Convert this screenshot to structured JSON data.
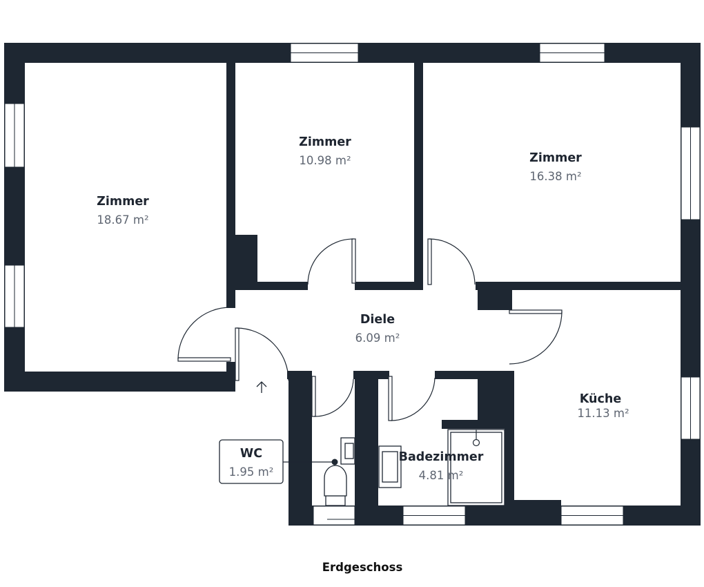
{
  "rooms": [
    {
      "id": "zimmer-west",
      "name": "Zimmer",
      "area": "18.67 m²"
    },
    {
      "id": "zimmer-mitte",
      "name": "Zimmer",
      "area": "10.98 m²"
    },
    {
      "id": "zimmer-ost",
      "name": "Zimmer",
      "area": "16.38 m²"
    },
    {
      "id": "diele",
      "name": "Diele",
      "area": "6.09 m²"
    },
    {
      "id": "kueche",
      "name": "Küche",
      "area": "11.13 m²"
    },
    {
      "id": "badezimmer",
      "name": "Badezimmer",
      "area": "4.81 m²"
    },
    {
      "id": "wc",
      "name": "WC",
      "area": "1.95 m²"
    }
  ],
  "floor_label": "Erdgeschoss",
  "colors": {
    "wall": "#1e2732",
    "room_name": "#1e2530",
    "room_area": "#5f6672"
  }
}
